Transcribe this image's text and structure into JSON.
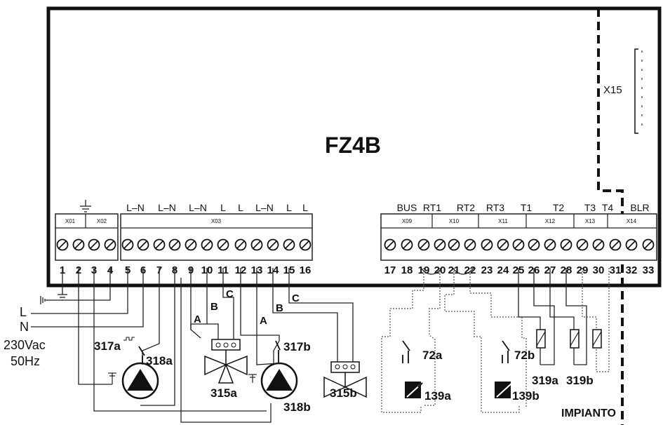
{
  "board": {
    "name": "FZ4B",
    "connector_x15": "X15"
  },
  "blocks": [
    "X01",
    "X02",
    "X03",
    "X09",
    "X10",
    "X11",
    "X12",
    "X13",
    "X14"
  ],
  "terminal_numbers": [
    "1",
    "2",
    "3",
    "4",
    "5",
    "6",
    "7",
    "8",
    "9",
    "10",
    "11",
    "12",
    "13",
    "14",
    "15",
    "16",
    "17",
    "18",
    "19",
    "20",
    "21",
    "22",
    "23",
    "24",
    "25",
    "26",
    "27",
    "28",
    "29",
    "30",
    "31",
    "32",
    "33"
  ],
  "top_labels_left": [
    "L–N",
    "L–N",
    "L–N",
    "L",
    "L",
    "L–N",
    "L",
    "L"
  ],
  "top_labels_right": [
    "BUS",
    "RT1",
    "RT2",
    "RT3",
    "T1",
    "T2",
    "T3",
    "T4",
    "BLR"
  ],
  "supply": {
    "L": "L",
    "N": "N",
    "voltage": "230Vac",
    "freq": "50Hz"
  },
  "components": {
    "c317a": "317a",
    "c318a": "318a",
    "c317b": "317b",
    "c318b": "318b",
    "c315a": "315a",
    "c315b": "315b",
    "c72a": "72a",
    "c72b": "72b",
    "c139a": "139a",
    "c139b": "139b",
    "c319a": "319a",
    "c319b": "319b"
  },
  "valve_ports": {
    "A1": "A",
    "B1": "B",
    "C1": "C",
    "A2": "A",
    "B2": "B",
    "C2": "C"
  },
  "impianto": "IMPIANTO"
}
